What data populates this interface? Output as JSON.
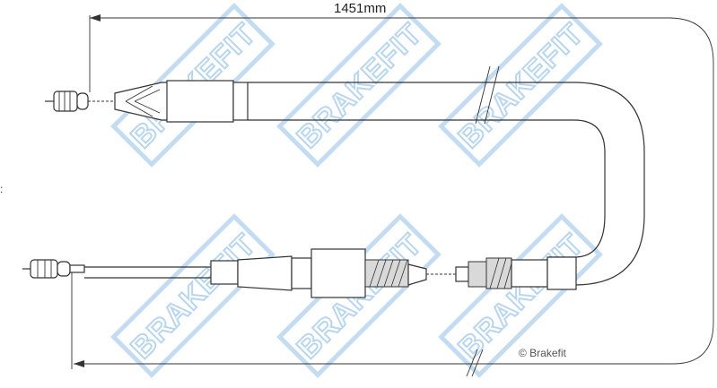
{
  "dimension": {
    "label": "1451mm"
  },
  "watermark": {
    "text": "BRAKEFIT",
    "color": "#b9d6ef"
  },
  "copyright": {
    "text": "© Brakefit"
  },
  "colors": {
    "line": "#333333",
    "background": "#ffffff"
  }
}
